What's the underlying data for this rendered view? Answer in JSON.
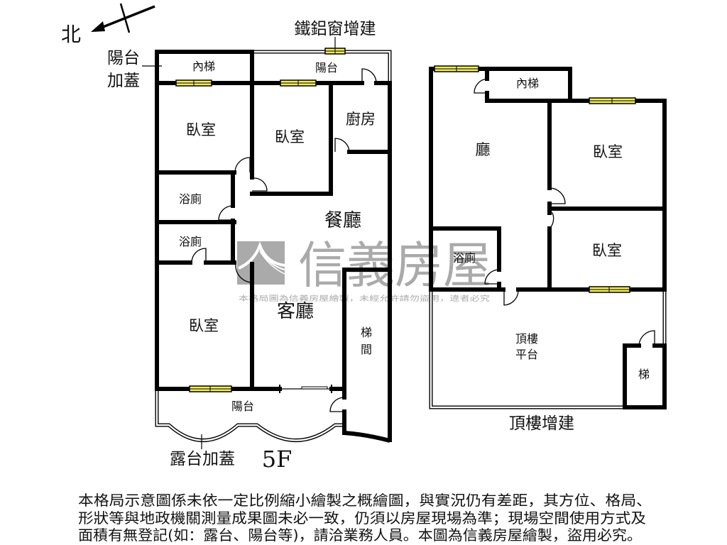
{
  "compass": {
    "north_label": "北"
  },
  "plan_5f": {
    "floor_label": "5F",
    "notes": {
      "iron_aluminum_window_addition": "鐵鋁窗增建",
      "balcony_covered": [
        "陽台",
        "加蓋"
      ],
      "terrace_covered": "露台加蓋"
    },
    "rooms": {
      "inner_stair": "內梯",
      "balcony_top": "陽台",
      "bedroom_1": "臥室",
      "bedroom_2": "臥室",
      "kitchen": "廚房",
      "bathroom_1": "浴廁",
      "dining_room": "餐廳",
      "bathroom_2": "浴廁",
      "living_room": "客廳",
      "bedroom_3": "臥室",
      "stairwell": [
        "梯",
        "間"
      ],
      "balcony_bottom": "陽台"
    }
  },
  "plan_rooftop": {
    "title": "頂樓增建",
    "rooms": {
      "inner_stair": "內梯",
      "hall": "廳",
      "bedroom_1": "臥室",
      "bedroom_2": "臥室",
      "bathroom": "浴廁",
      "rooftop_terrace": [
        "頂樓",
        "平台"
      ],
      "stair": "梯"
    }
  },
  "watermark": {
    "brand": "信義房屋",
    "notice": "本格局圖為信義房屋繪製，未經允許請勿盜用，違者必究"
  },
  "disclaimer": {
    "lines": [
      "本格局示意圖係未依一定比例縮小繪製之概繪圖，與實況仍有差距，其方位、格局、",
      "形狀等與地政機關測量成果圖未必一致，仍須以房屋現場為準；現場空間使用方式及",
      "面積有無登記(如：露台、陽台等)，請洽業務人員。本圖為信義房屋繪製，盜用必究。"
    ]
  },
  "colors": {
    "wall": "#000000",
    "window": "#f2ec5a",
    "watermark": "#aaaaaa"
  }
}
